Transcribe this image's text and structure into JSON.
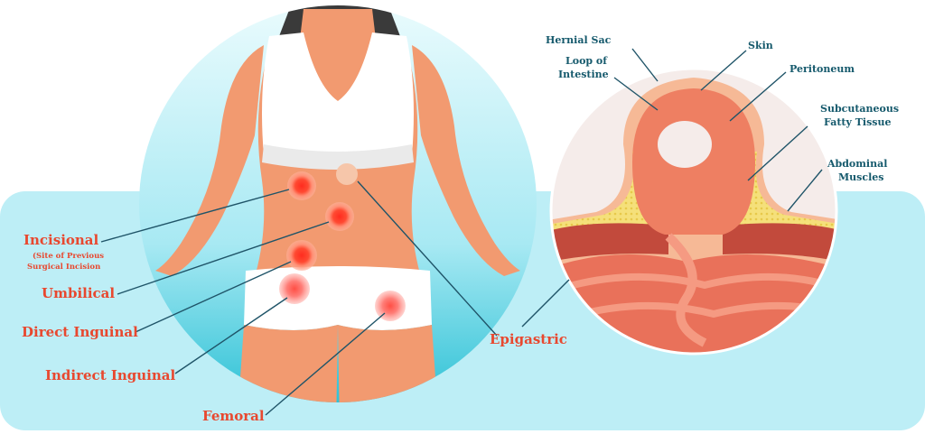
{
  "body_labels": {
    "incisional": "Incisional",
    "incisional_note_1": "(Site of Previous",
    "incisional_note_2": "Surgical Incision",
    "umbilical": "Umbilical",
    "direct_inguinal": "Direct Inguinal",
    "indirect_inguinal": "Indirect Inguinal",
    "femoral": "Femoral",
    "epigastric": "Epigastric"
  },
  "cross_section_labels": {
    "hernial_sac": "Hernial Sac",
    "loop_of_intestine_1": "Loop of",
    "loop_of_intestine_2": "Intestine",
    "skin": "Skin",
    "peritoneum": "Peritoneum",
    "subcutaneous_1": "Subcutaneous",
    "subcutaneous_2": "Fatty Tissue",
    "abdominal_1": "Abdominal",
    "abdominal_2": "Muscles"
  },
  "colors": {
    "label_red": "#e8482f",
    "label_blue": "#15596c",
    "leader_line": "#1f5468",
    "band": "#bdeef6",
    "skin": "#f29a70",
    "intestine": "#ee7f62",
    "fat": "#f3dc6b",
    "muscle": "#c24a3c"
  }
}
